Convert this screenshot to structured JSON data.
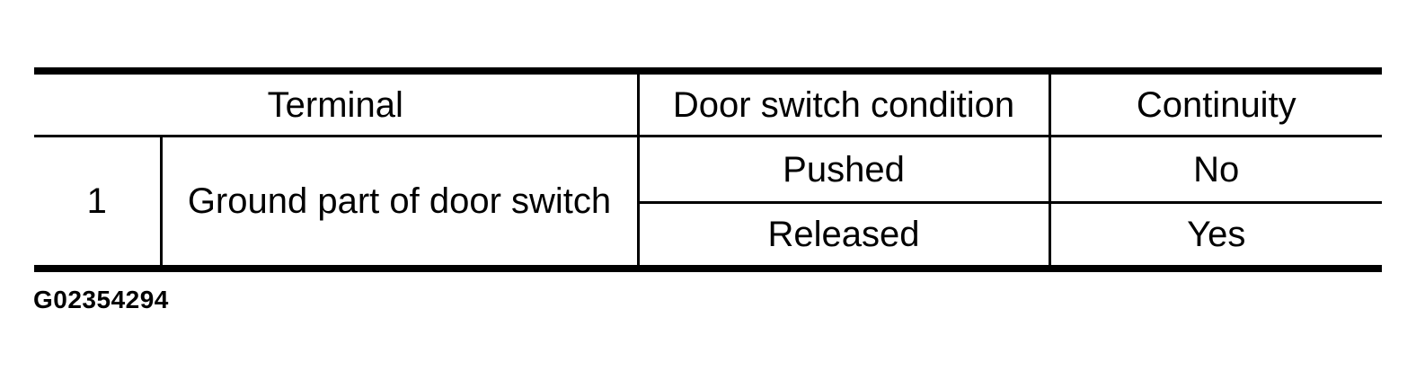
{
  "table": {
    "headers": {
      "terminal": "Terminal",
      "condition": "Door switch condition",
      "continuity": "Continuity"
    },
    "rows": [
      {
        "terminal_no": "1",
        "terminal_desc": "Ground part of door switch",
        "conditions": [
          {
            "condition": "Pushed",
            "continuity": "No"
          },
          {
            "condition": "Released",
            "continuity": "Yes"
          }
        ]
      }
    ],
    "border_color": "#000000"
  },
  "figure_id": "G02354294",
  "colors": {
    "background": "#ffffff",
    "text": "#000000"
  }
}
